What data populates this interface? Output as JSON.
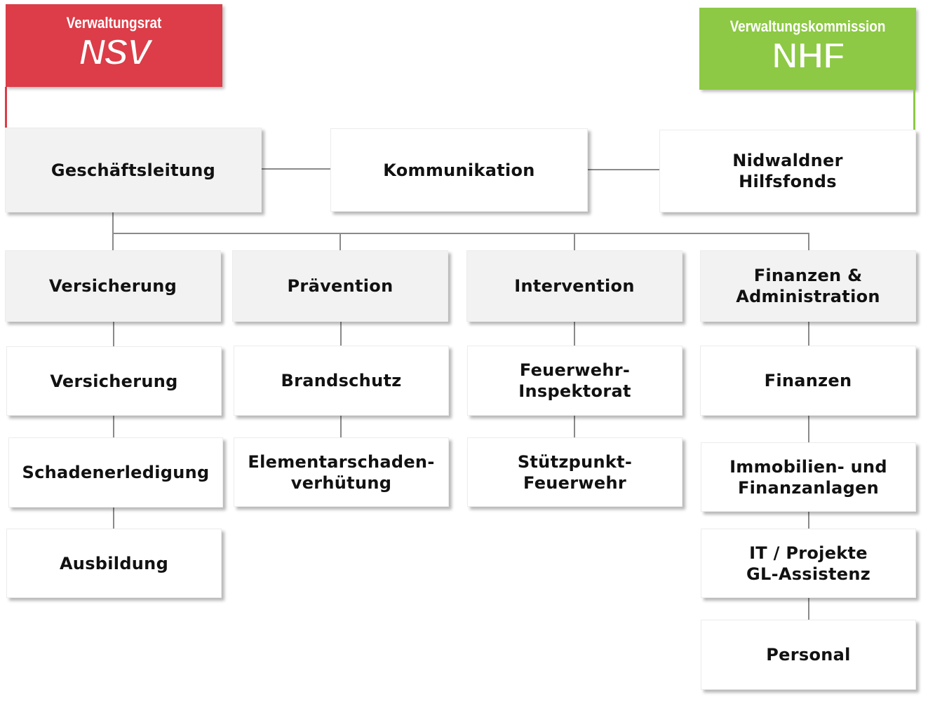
{
  "colors": {
    "nsv_red": "#dc3d48",
    "nhf_green": "#8dc944",
    "line": "#8a8a8a",
    "box_grey": "#f2f2f2"
  },
  "header_nsv": {
    "label": "Verwaltungsrat",
    "logo_text": "NSV",
    "logo": "nsv-logo"
  },
  "header_nhf": {
    "label": "Verwaltungskommission",
    "logo_text": "NHF",
    "logo": "nhf-logo"
  },
  "top": {
    "geschaeftsleitung": "Geschäftsleitung",
    "kommunikation": "Kommunikation",
    "nhf": "Nidwaldner\nHilfsfonds"
  },
  "departments": [
    {
      "title": "Versicherung",
      "units": [
        "Versicherung",
        "Schadenerledigung",
        "Ausbildung"
      ]
    },
    {
      "title": "Prävention",
      "units": [
        "Brandschutz",
        "Elementarschaden-\nverhütung"
      ]
    },
    {
      "title": "Intervention",
      "units": [
        "Feuerwehr-\nInspektorat",
        "Stützpunkt-\nFeuerwehr"
      ]
    },
    {
      "title": "Finanzen &\nAdministration",
      "units": [
        "Finanzen",
        "Immobilien- und\nFinanzanlagen",
        "IT / Projekte\nGL-Assistenz",
        "Personal"
      ]
    }
  ]
}
